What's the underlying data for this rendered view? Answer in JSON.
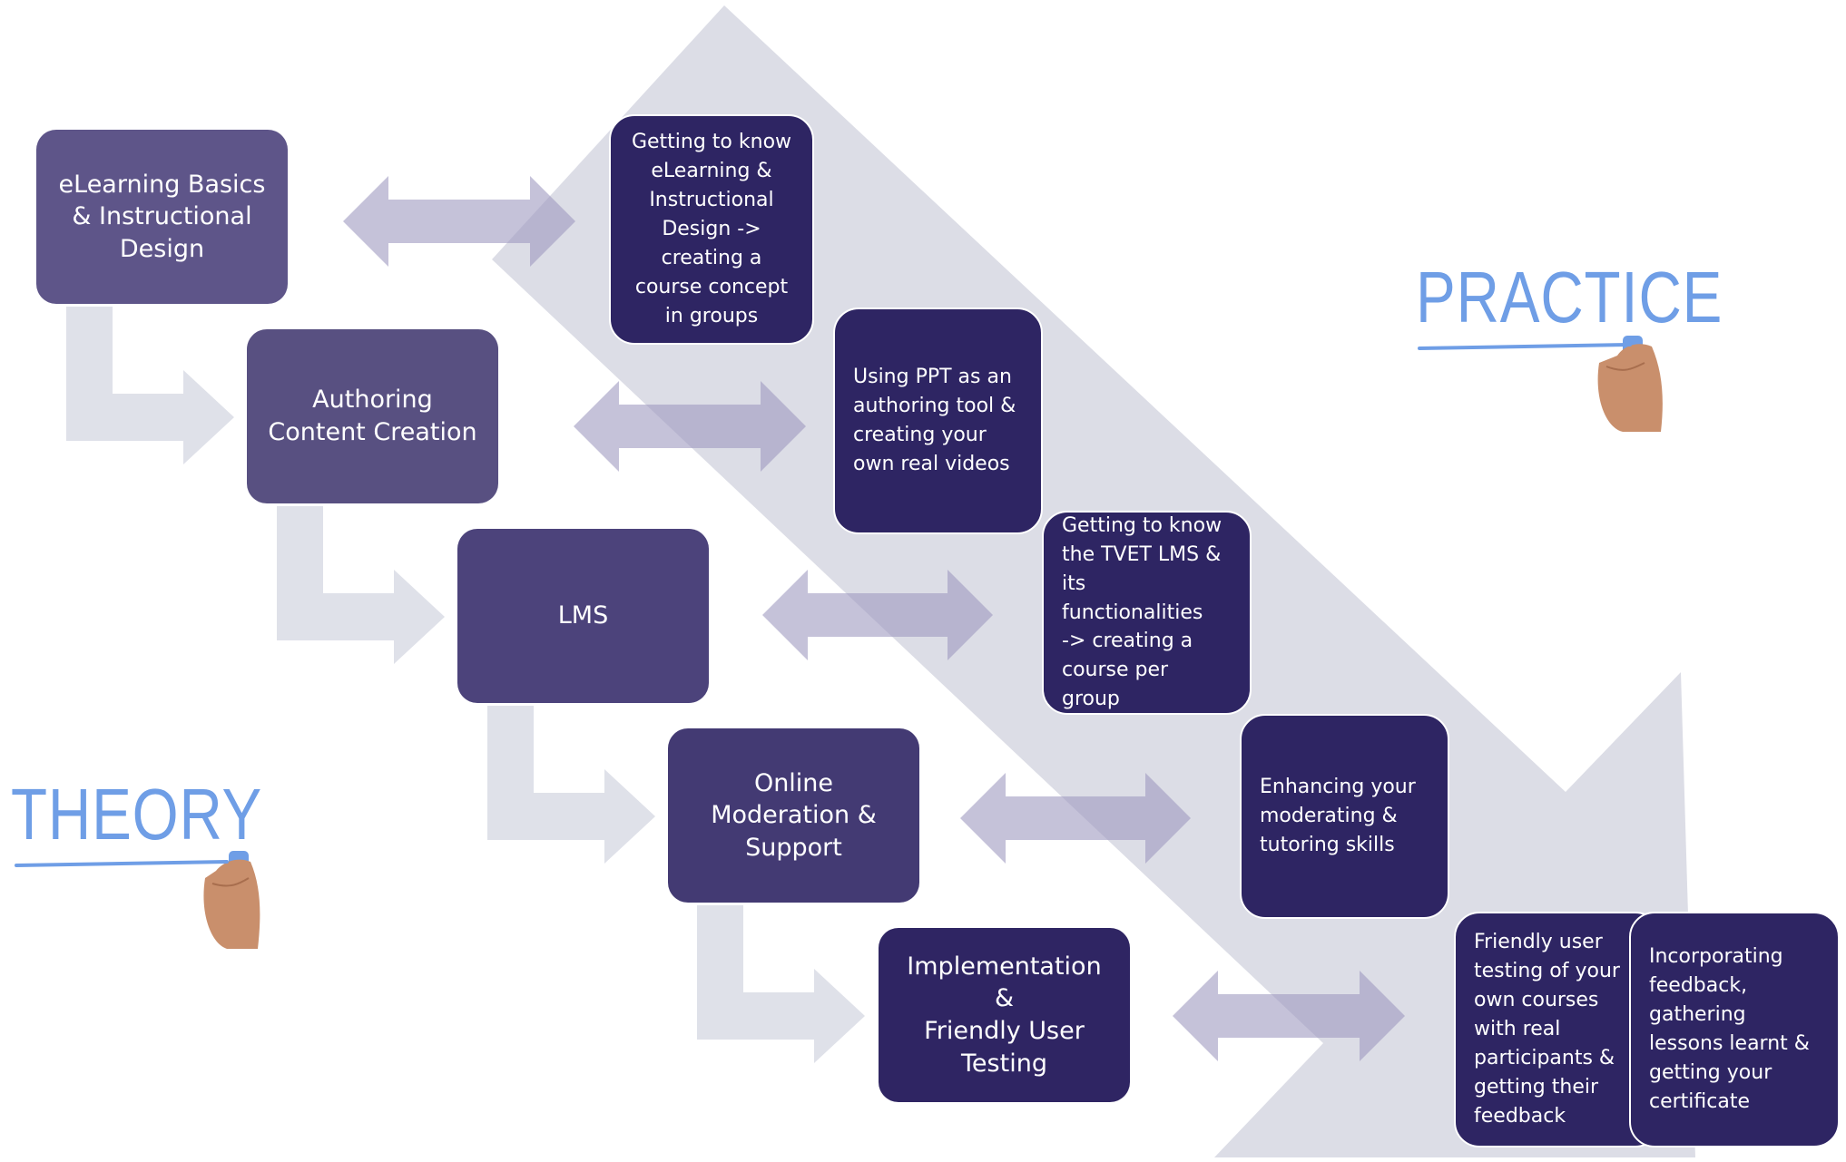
{
  "theory_steps": [
    {
      "text": "eLearning Basics\n& Instructional\nDesign",
      "color": "#5e5589"
    },
    {
      "text": "Authoring\nContent Creation",
      "color": "#585081"
    },
    {
      "text": "LMS",
      "color": "#4c437b"
    },
    {
      "text": "Online\nModeration &\nSupport",
      "color": "#433a73"
    },
    {
      "text": "Implementation &\nFriendly User\nTesting",
      "color": "#2f2563"
    }
  ],
  "practice_steps": [
    {
      "text": "Getting to know\neLearning &\nInstructional\nDesign ->\ncreating a\ncourse concept\nin groups"
    },
    {
      "text": "Using PPT as an\nauthoring tool &\ncreating your\nown real videos"
    },
    {
      "text": "Getting to know\nthe TVET LMS &\nits functionalities\n-> creating a\ncourse per group"
    },
    {
      "text": "Enhancing your\nmoderating &\ntutoring skills"
    },
    {
      "text": "Friendly user\ntesting of your\nown courses\nwith real\nparticipants &\ngetting their\nfeedback"
    },
    {
      "text": "Incorporating\nfeedback,\ngathering\nlessons learnt &\ngetting your\ncertificate"
    }
  ],
  "labels": {
    "theory": "THEORY",
    "practice": "PRACTICE"
  },
  "colors": {
    "big_arrow": "#dcdde6",
    "connector_arrow": "#dfe1e9",
    "double_arrow": "#b9b5cf",
    "practice_box": "#2e2563",
    "handwriting": "#6f9ee6"
  }
}
